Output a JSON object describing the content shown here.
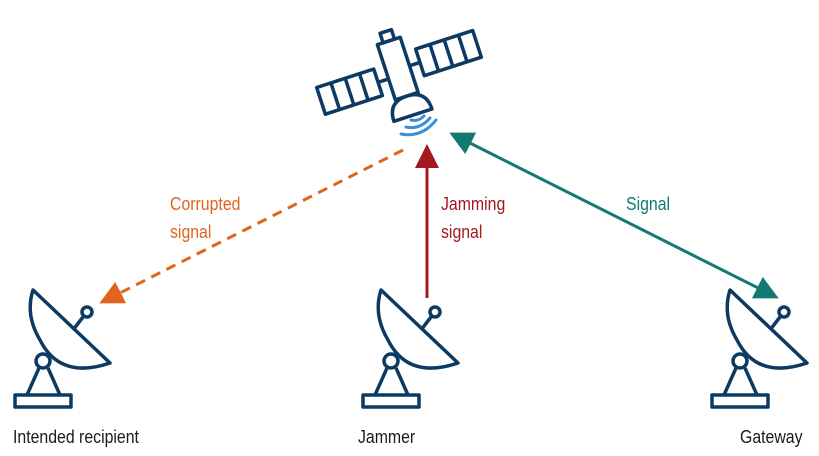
{
  "nodes": {
    "intended_recipient": "Intended recipient",
    "jammer": "Jammer",
    "gateway": "Gateway"
  },
  "links": {
    "corrupted": {
      "line1": "Corrupted",
      "line2": "signal"
    },
    "jamming": {
      "line1": "Jamming",
      "line2": "signal"
    },
    "signal": "Signal"
  },
  "colors": {
    "icon": "#0d3a63",
    "waves": "#3a8fd6",
    "corrupted": "#e0641c",
    "jamming": "#a3191f",
    "signal": "#137a72"
  }
}
